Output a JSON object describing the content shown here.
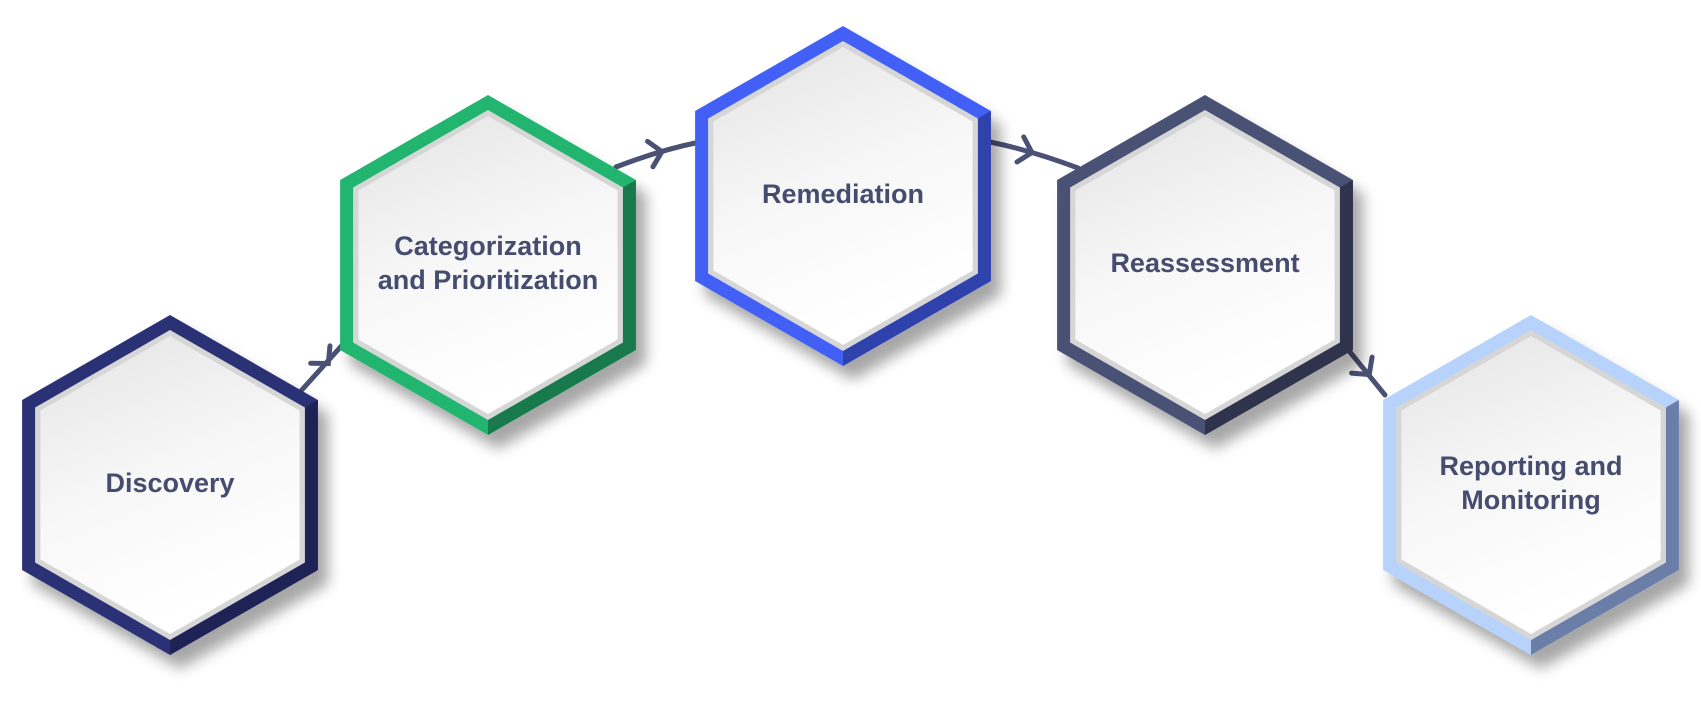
{
  "diagram": {
    "type": "process-flow",
    "steps": [
      {
        "id": "discovery",
        "label_lines": [
          "Discovery"
        ],
        "color": "#2b3275",
        "shade": "#1c2050"
      },
      {
        "id": "categorization",
        "label_lines": [
          "Categorization",
          "and Prioritization"
        ],
        "color": "#23b570",
        "shade": "#167045"
      },
      {
        "id": "remediation",
        "label_lines": [
          "Remediation"
        ],
        "color": "#4260f5",
        "shade": "#2b3c9e"
      },
      {
        "id": "reassessment",
        "label_lines": [
          "Reassessment"
        ],
        "color": "#4a5174",
        "shade": "#2a2e44"
      },
      {
        "id": "reporting",
        "label_lines": [
          "Reporting and",
          "Monitoring"
        ],
        "color": "#b8d3fb",
        "shade": "#5c6f99"
      }
    ],
    "connectors": [
      {
        "from": "discovery",
        "to": "categorization",
        "icon": "arrow-icon"
      },
      {
        "from": "categorization",
        "to": "remediation",
        "icon": "arrow-icon"
      },
      {
        "from": "remediation",
        "to": "reassessment",
        "icon": "arrow-icon"
      },
      {
        "from": "reassessment",
        "to": "reporting",
        "icon": "arrow-icon"
      }
    ],
    "text_color": "#454c6e",
    "connector_color": "#4a5174"
  }
}
